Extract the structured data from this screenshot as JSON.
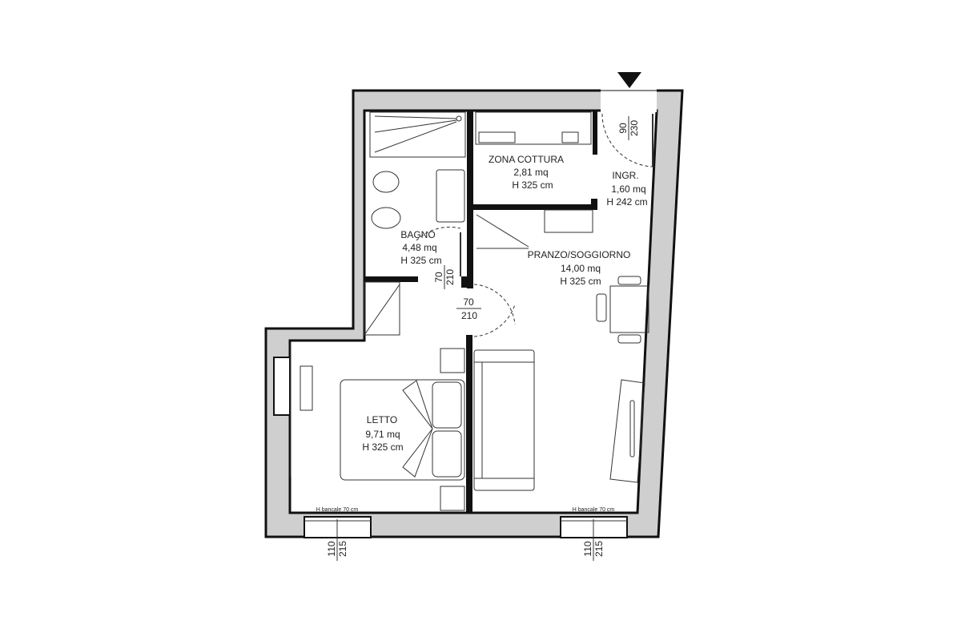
{
  "colors": {
    "wall_fill": "#cfcfcf",
    "wall_stroke": "#111111",
    "background": "#ffffff"
  },
  "rooms": [
    {
      "name": "ZONA COTTURA",
      "area": "2,81 mq",
      "height": "H 325 cm"
    },
    {
      "name": "INGR.",
      "area": "1,60 mq",
      "height": "H 242 cm"
    },
    {
      "name": "BAGNO",
      "area": "4,48 mq",
      "height": "H 325 cm"
    },
    {
      "name": "PRANZO/SOGGIORNO",
      "area": "14,00 mq",
      "height": "H 325 cm"
    },
    {
      "name": "LETTO",
      "area": "9,71 mq",
      "height": "H 325 cm"
    }
  ],
  "doors": [
    {
      "width": "90",
      "height": "230"
    },
    {
      "width": "70",
      "height": "210"
    },
    {
      "width": "70",
      "height": "210"
    }
  ],
  "windows": [
    {
      "width": "110",
      "height": "215",
      "sill": "H bancale 70 cm"
    },
    {
      "width": "110",
      "height": "215",
      "sill": "H bancale 70 cm"
    }
  ],
  "icons": {
    "entrance": "entrance-arrow-icon"
  }
}
